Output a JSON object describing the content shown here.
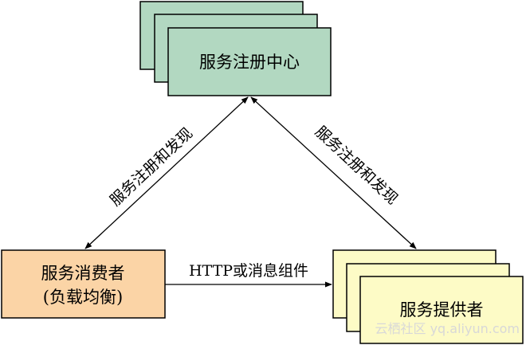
{
  "registry": {
    "label": "服务注册中心",
    "fill": "#b2d8c1"
  },
  "consumer": {
    "line1": "服务消费者",
    "line2": "(负载均衡)",
    "fill": "#fbd4a6"
  },
  "provider": {
    "label": "服务提供者",
    "fill": "#fdfbc6"
  },
  "edges": {
    "left_label": "服务注册和发现",
    "right_label": "服务注册和发现",
    "bottom_label": "HTTP或消息组件"
  },
  "watermark": {
    "text": "云栖社区 yq.aliyun.com"
  }
}
